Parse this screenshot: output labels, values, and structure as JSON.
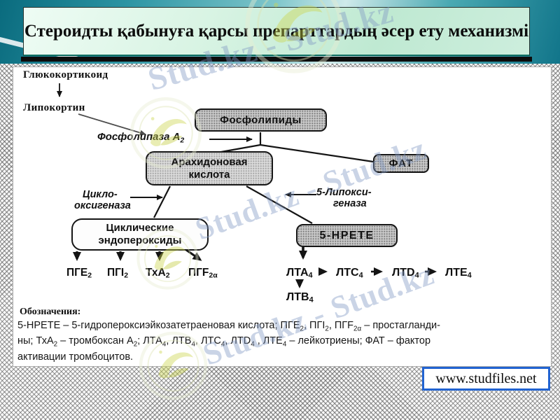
{
  "header": {
    "title": "Стероидты қабынуға қарсы препарттардың әсер ету механизмі"
  },
  "watermark": {
    "text": "Stud.kz - Stud.kz"
  },
  "footer": {
    "url": "www.studfiles.net"
  },
  "colors": {
    "teal_dark": "#0a6b7e",
    "teal_light": "#7fc6cb",
    "header_mint": "#cdeedd",
    "box_gray": "#c9c9c9",
    "link_blue": "#2163d1",
    "watermark_blue": "#8099c4"
  },
  "diagram": {
    "glucocorticoid": "Глюкокортикоид",
    "lipocortin": "Липокортин",
    "phospholipase": [
      {
        "t": "Фосфолипаза A"
      },
      {
        "s": "2"
      }
    ],
    "phospholipids": "Фосфолипиды",
    "arachidonic": {
      "line1": "Арахидоновая",
      "line2": "кислота"
    },
    "paf": "ФАТ",
    "cyclooxygenase": {
      "line1": "Цикло-",
      "line2": "оксигеназа"
    },
    "lipoxygenase": {
      "line1": "5-Липокси-",
      "line2": "геназа"
    },
    "cyclic_endoperoxides": {
      "line1": "Циклические",
      "line2": "эндопероксиды"
    },
    "hpete": "5-НРЕТЕ",
    "pge2": [
      {
        "t": "ПГЕ"
      },
      {
        "s": "2"
      }
    ],
    "pgi2": [
      {
        "t": "ПГI"
      },
      {
        "s": "2"
      }
    ],
    "txa2": [
      {
        "t": "ТхА"
      },
      {
        "s": "2"
      }
    ],
    "pgf2a": [
      {
        "t": "ПГF"
      },
      {
        "s": "2α"
      }
    ],
    "lta4": [
      {
        "t": "ЛТА"
      },
      {
        "s": "4"
      }
    ],
    "ltc4": [
      {
        "t": "ЛТС"
      },
      {
        "s": "4"
      }
    ],
    "ltd4": [
      {
        "t": "ЛТD"
      },
      {
        "s": "4"
      }
    ],
    "lte4": [
      {
        "t": "ЛТЕ"
      },
      {
        "s": "4"
      }
    ],
    "ltb4": [
      {
        "t": "ЛТВ"
      },
      {
        "s": "4"
      }
    ],
    "edges": [
      "Глюкокортикоид → Липокортин",
      "Липокортин → Фосфолипаза A2 (ингибирование)",
      "Фосфолипаза A2 → расщепление фосфолипидов",
      "Фосфолипиды → Арахидоновая кислота",
      "Фосфолипиды → ФАТ",
      "Арахидоновая кислота → Циклические эндопероксиды (Цикло-оксигеназа)",
      "Арахидоновая кислота → 5-НРЕТЕ (5-Липокси-геназа)",
      "Циклические эндопероксиды → ПГЕ2, ПГI2, ТхА2, ПГF2α",
      "5-НРЕТЕ → ЛТА4",
      "ЛТА4 → ЛТС4 → ЛТD4 → ЛТЕ4",
      "ЛТА4 → ЛТВ4"
    ]
  },
  "legend": {
    "heading": "Обозначения:",
    "lines": [
      [
        {
          "t": "5-НРЕТЕ – 5-гидропероксиэйкозатетраеновая кислота; ПГЕ"
        },
        {
          "s": "2"
        },
        {
          "t": ", ПГI"
        },
        {
          "s": "2"
        },
        {
          "t": ", ПГF"
        },
        {
          "s": "2α"
        },
        {
          "t": " – простагланди-"
        }
      ],
      [
        {
          "t": "ны; ТхА"
        },
        {
          "s": "2"
        },
        {
          "t": " – тромбоксан А"
        },
        {
          "s": "2"
        },
        {
          "t": "; ЛТА"
        },
        {
          "s": "4"
        },
        {
          "t": ", ЛТВ"
        },
        {
          "s": "4"
        },
        {
          "t": ", ЛТС"
        },
        {
          "s": "4"
        },
        {
          "t": ", ЛТD"
        },
        {
          "s": "4"
        },
        {
          "t": " , ЛТЕ"
        },
        {
          "s": "4"
        },
        {
          "t": " – лейкотриены; ФАТ – фактор"
        }
      ],
      [
        {
          "t": "активации тромбоцитов."
        }
      ]
    ]
  }
}
